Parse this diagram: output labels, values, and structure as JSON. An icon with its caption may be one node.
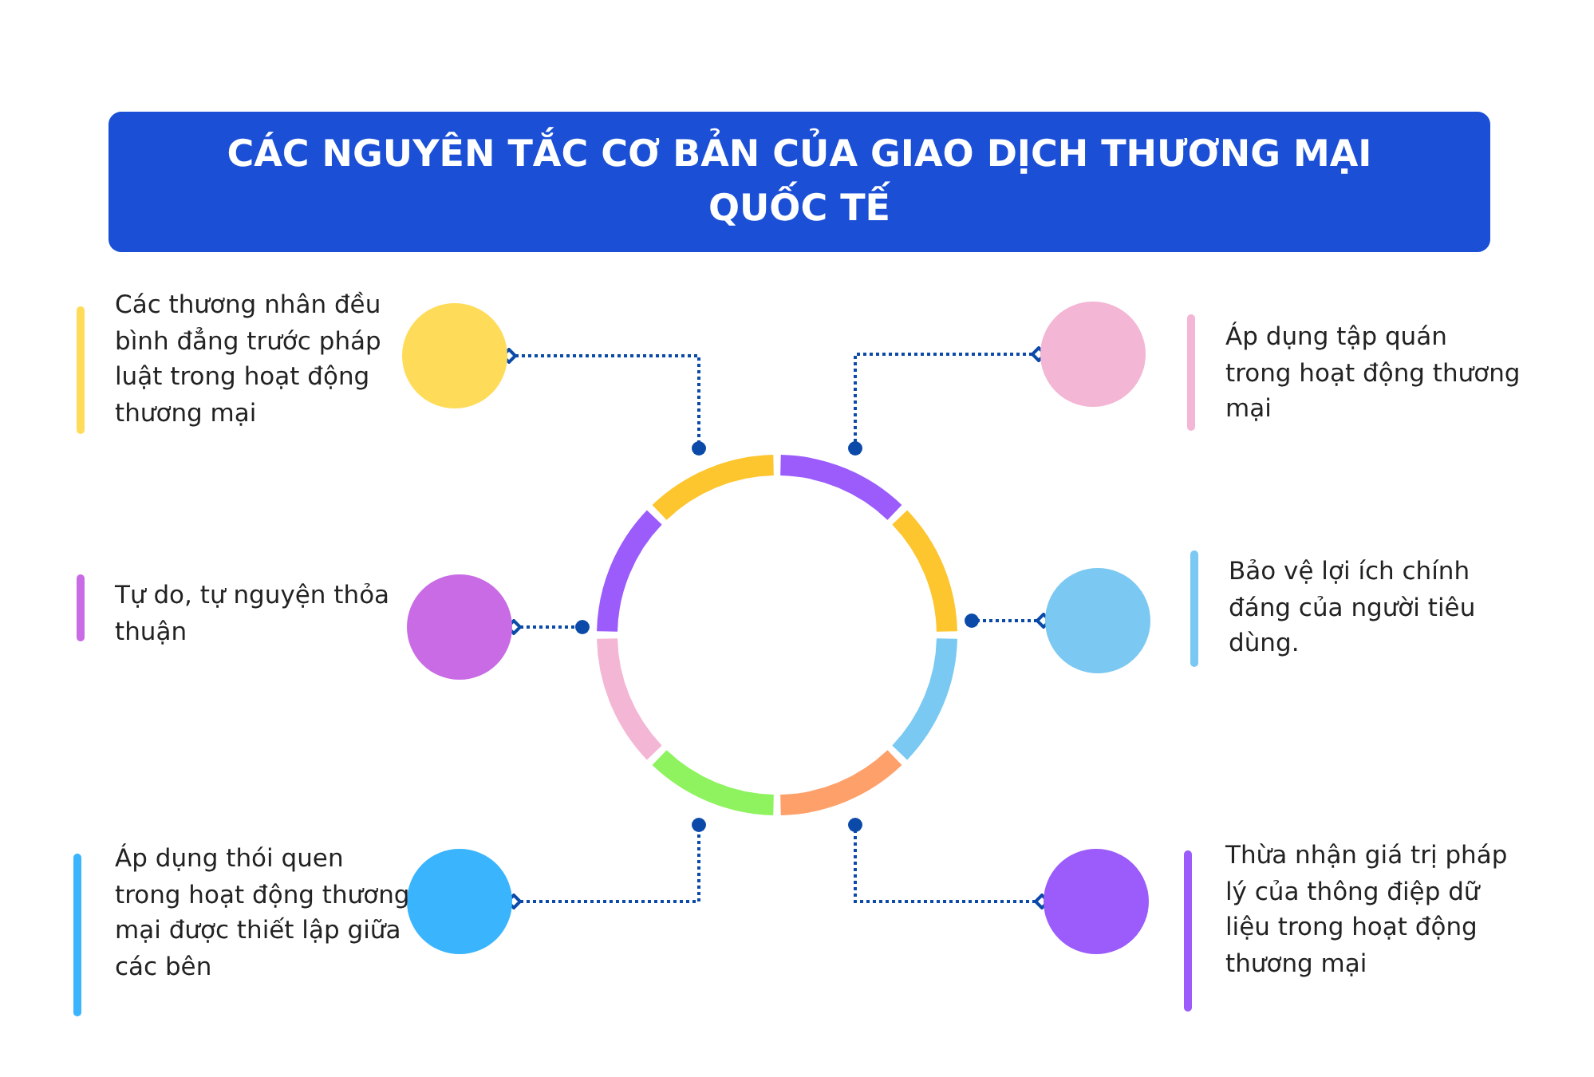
{
  "diagram": {
    "title": "CÁC NGUYÊN TẮC CƠ BẢN CỦA GIAO DỊCH THƯƠNG MẠI QUỐC TẾ",
    "nodes": [
      {
        "text": [],
        "shape": "circle",
        "beside": [
          "Các thương nhân đều bình đẳng trước pháp luật trong hoạt động thương mại"
        ]
      },
      {
        "text": [],
        "shape": "circle",
        "beside": [
          "Áp dụng tập quán trong hoạt động thương mại"
        ]
      },
      {
        "text": [],
        "shape": "circle"
      },
      {
        "text": [],
        "shape": "circle",
        "beside": [
          "Tự do, tự nguyện thỏa thuận"
        ]
      },
      {
        "text": [],
        "shape": "circle",
        "beside": [
          "Bảo vệ lợi ích chính đáng của người tiêu dùng."
        ]
      },
      {
        "text": [],
        "shape": "circle",
        "beside": [
          "Áp dụng thói quen trong hoạt động thương mại được thiết lập giữa các bên"
        ]
      },
      {
        "text": [],
        "shape": "circle",
        "beside": [
          "Thừa nhận giá trị pháp lý của thông điệp dữ liệu trong hoạt động thương mại"
        ]
      }
    ],
    "edges": [
      {
        "from": 0,
        "to": 2,
        "arrow": "other",
        "style": "dashed"
      },
      {
        "from": 1,
        "to": 2,
        "arrow": "other",
        "style": "dashed"
      },
      {
        "from": 3,
        "to": 2,
        "arrow": "other",
        "style": "dashed"
      },
      {
        "from": 4,
        "to": 2,
        "arrow": "other",
        "style": "dashed"
      },
      {
        "from": 5,
        "to": 2,
        "arrow": "other",
        "style": "dashed"
      },
      {
        "from": 6,
        "to": 2,
        "arrow": "other",
        "style": "dashed"
      }
    ]
  }
}
